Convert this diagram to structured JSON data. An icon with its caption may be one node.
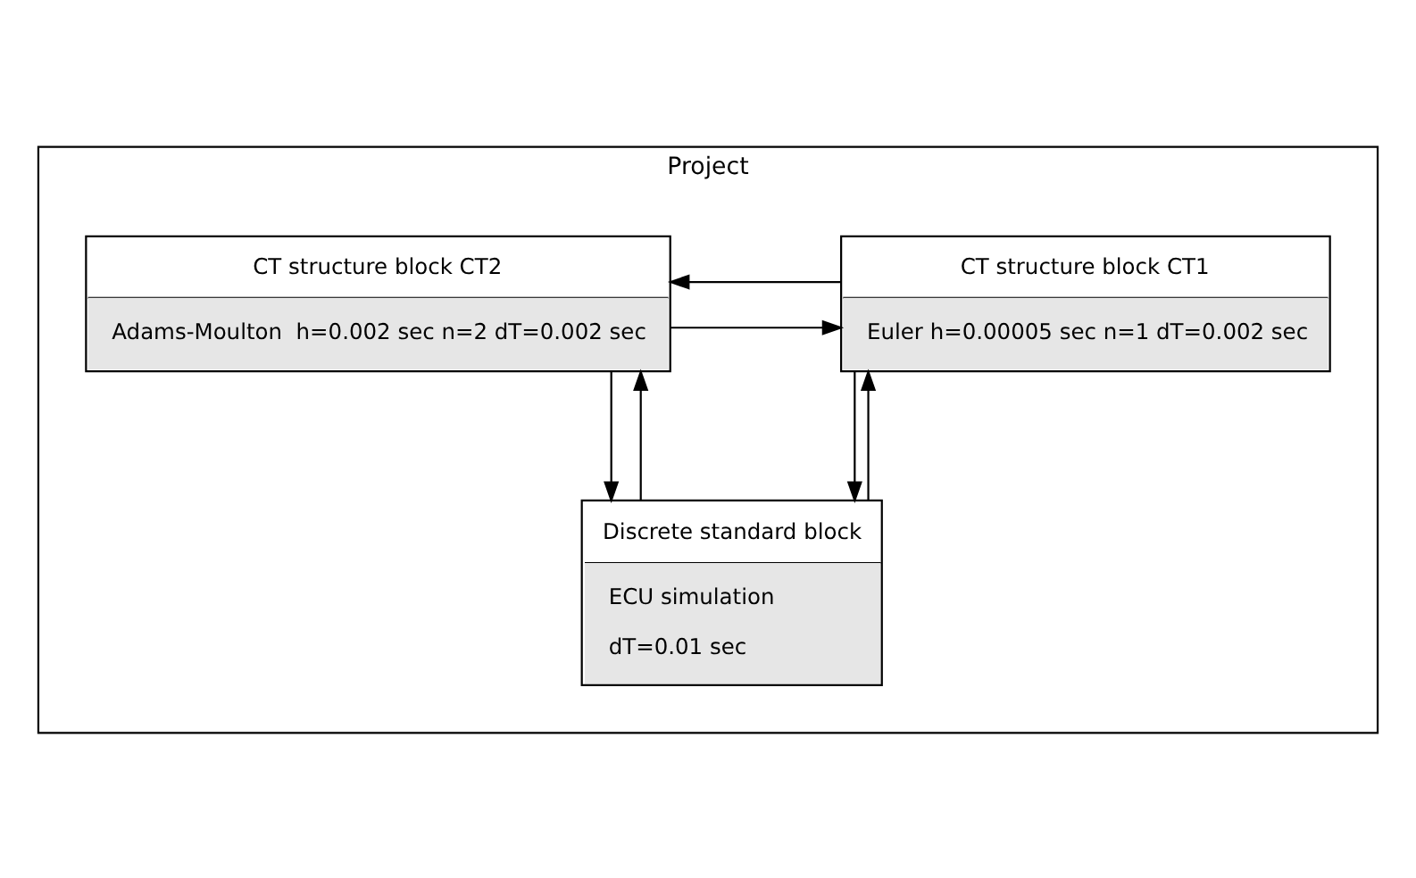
{
  "diagram": {
    "nodes": [
      {
        "text": [
          "Project"
        ]
      },
      {
        "text": [
          "CT structure block CT1",
          "Euler h=0.00005 sec n=1 dT=0.002 sec"
        ],
        "in": 0
      },
      {
        "text": [
          "CT structure block CT2",
          "Adams-Moulton  h=0.002 sec n=2 dT=0.002 sec"
        ],
        "in": 0
      },
      {
        "text": [
          "Discrete standard block",
          "ECU simulation",
          "dT=0.01 sec"
        ],
        "in": 0
      }
    ],
    "edges": [
      {
        "from": 1,
        "to": 2,
        "arrow": "to"
      },
      {
        "from": 2,
        "to": 1,
        "arrow": "to"
      },
      {
        "from": 3,
        "to": 1,
        "arrow": "to"
      },
      {
        "from": 1,
        "to": 3,
        "arrow": "to"
      },
      {
        "from": 3,
        "to": 2,
        "arrow": "to"
      },
      {
        "from": 2,
        "to": 3,
        "arrow": "to"
      }
    ]
  }
}
